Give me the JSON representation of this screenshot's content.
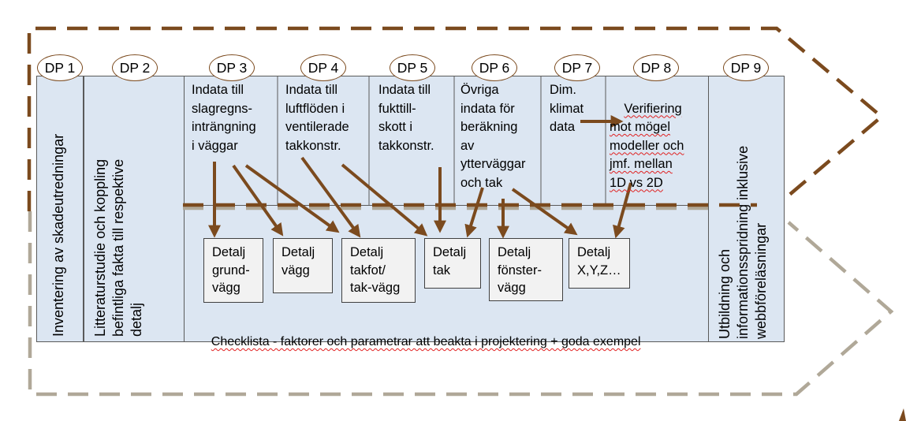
{
  "stages": {
    "dp1": {
      "label": "DP 1",
      "text": "Inventering av skadeutredningar"
    },
    "dp2": {
      "label": "DP 2",
      "text": "Litteraturstudie och koppling\nbefintliga fakta till respektive\ndetalj"
    },
    "dp3": {
      "label": "DP 3",
      "text": "Indata till\nslagregns-\ninträngning\ni väggar"
    },
    "dp4": {
      "label": "DP 4",
      "text": "Indata till\nluftflöden i\nventilerade\ntakkonstr."
    },
    "dp5": {
      "label": "DP 5",
      "text": "Indata till\nfukttill-\nskott i\ntakkonstr."
    },
    "dp6": {
      "label": "DP 6",
      "text": "Övriga\nindata för\nberäkning\nav\nytterväggar\noch tak"
    },
    "dp7": {
      "label": "DP 7",
      "text": "Dim.\nklimat\ndata"
    },
    "dp8": {
      "label": "DP 8",
      "text": "Verifiering\nmot mögel\nmodeller och\njmf. mellan\n1D vs 2D"
    },
    "dp9": {
      "label": "DP 9",
      "text": "Utbildning och\ninformationsspridning inklusive\nwebbföreläsningar"
    }
  },
  "details": [
    {
      "text": "Detalj\ngrund-\nvägg"
    },
    {
      "text": "Detalj\nvägg"
    },
    {
      "text": "Detalj\ntakfot/\ntak-vägg"
    },
    {
      "text": "Detalj\ntak"
    },
    {
      "text": "Detalj\nfönster-\nvägg"
    },
    {
      "text": "Detalj\nX,Y,Z…"
    }
  ],
  "checklist": "Checklista - faktorer och parametrar att beakta i projektering + goda exempel",
  "colors": {
    "brown": "#7b4a1e",
    "arrow": "#7b4a1e",
    "gray_dash": "#b0a898",
    "panel": "#dce6f2",
    "detail_box": "#f2f2f2"
  }
}
